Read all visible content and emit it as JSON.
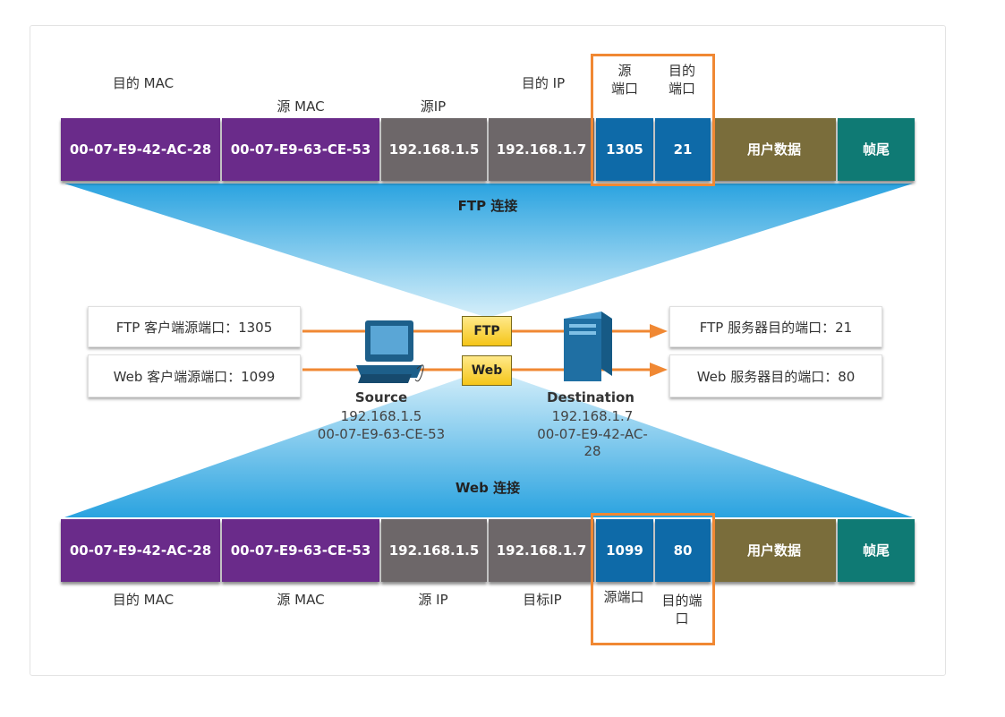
{
  "top_frame": {
    "labels": {
      "dest_mac": "目的 MAC",
      "src_mac": "源 MAC",
      "src_ip": "源IP",
      "dest_ip": "目的 IP",
      "src_port_line1": "源",
      "src_port_line2": "端口",
      "dest_port_line1": "目的",
      "dest_port_line2": "端口"
    },
    "cells": {
      "dest_mac": "00-07-E9-42-AC-28",
      "src_mac": "00-07-E9-63-CE-53",
      "src_ip": "192.168.1.5",
      "dest_ip": "192.168.1.7",
      "src_port": "1305",
      "dest_port": "21",
      "data": "用户数据",
      "tail": "帧尾"
    }
  },
  "ftp_connection_title": "FTP 连接",
  "web_connection_title": "Web 连接",
  "middle": {
    "ftp_client_port": "FTP 客户端源端口：1305",
    "web_client_port": "Web 客户端源端口：1099",
    "ftp_server_port": "FTP 服务器目的端口：21",
    "web_server_port": "Web 服务器目的端口：80",
    "ftp_envelope": "FTP",
    "web_envelope": "Web",
    "source": {
      "name": "Source",
      "ip": "192.168.1.5",
      "mac": "00-07-E9-63-CE-53"
    },
    "destination": {
      "name": "Destination",
      "ip": "192.168.1.7",
      "mac_line1": "00-07-E9-42-AC-",
      "mac_line2": "28"
    }
  },
  "bottom_frame": {
    "cells": {
      "dest_mac": "00-07-E9-42-AC-28",
      "src_mac": "00-07-E9-63-CE-53",
      "src_ip": "192.168.1.5",
      "dest_ip": "192.168.1.7",
      "src_port": "1099",
      "dest_port": "80",
      "data": "用户数据",
      "tail": "帧尾"
    },
    "labels": {
      "dest_mac": "目的 MAC",
      "src_mac": "源 MAC",
      "src_ip": "源 IP",
      "dest_ip": "目标IP",
      "src_port": "源端口",
      "dest_port_line1": "目的端",
      "dest_port_line2": "口"
    }
  },
  "colors": {
    "mac": "#6a2b8a",
    "ip": "#6d6769",
    "port": "#0e6aa8",
    "data": "#7a6d3b",
    "tail": "#0f7a74",
    "highlight": "#f08833",
    "arrow": "#f08833"
  }
}
